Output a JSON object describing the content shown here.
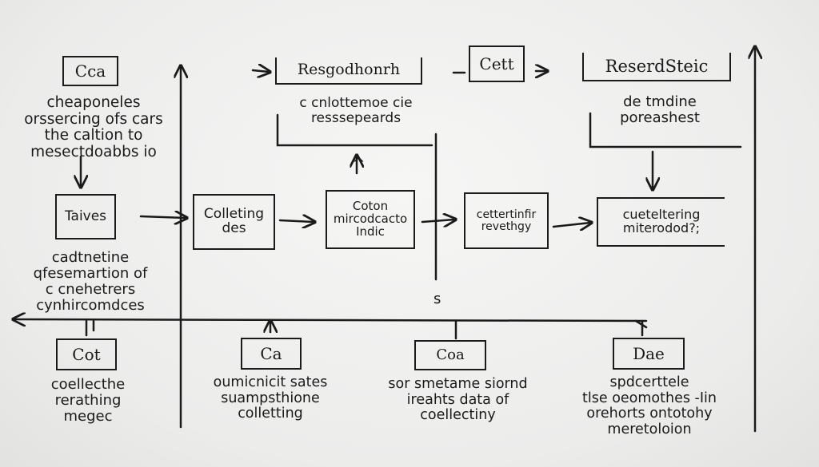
{
  "top": {
    "box_ca": "Cca",
    "box_research_left": "Resgodhonrh",
    "box_cet": "Cett",
    "box_research_right": "ReserdSteic",
    "text_left": "cheaponeles\norssercing ofs cars\nthe caltion to\nmesectdoabbs io",
    "text_center": "c cnlottemoe cie\nresssepeards",
    "text_right": "de tmdine\nporeashest"
  },
  "middle": {
    "box_taives": "Taives",
    "box_colleting": "Colleting\ndes",
    "box_coton": "Coton\nmircodcacto\nIndic",
    "box_cettertinfir": "cettertinfir\nrevethgy",
    "box_cueterting": "cueteltering\nmiterodod?;",
    "text_left_lower": "cadtnetine\nqfesemartion of\nc cnehetrers\ncynhircomdces",
    "mark_caret": "^",
    "mark_s": "s"
  },
  "bottom": {
    "box_cot": "Cot",
    "box_ca": "Ca",
    "box_coa": "Coa",
    "box_dae": "Dae",
    "text_col1": "coellecthe\nrerathing\nmegec",
    "text_col2": "oumicnicit sates\nsuampsthione\ncolletting",
    "text_col3": "sor smetame siornd\nireahts data of\ncoellectiny",
    "text_col4": "spdcerttele\ntlse oeomothes -Iin\norehorts ontotohy\nmeretoloion"
  },
  "colors": {
    "ink": "#1b1b1b",
    "board": "#eeeeed"
  }
}
